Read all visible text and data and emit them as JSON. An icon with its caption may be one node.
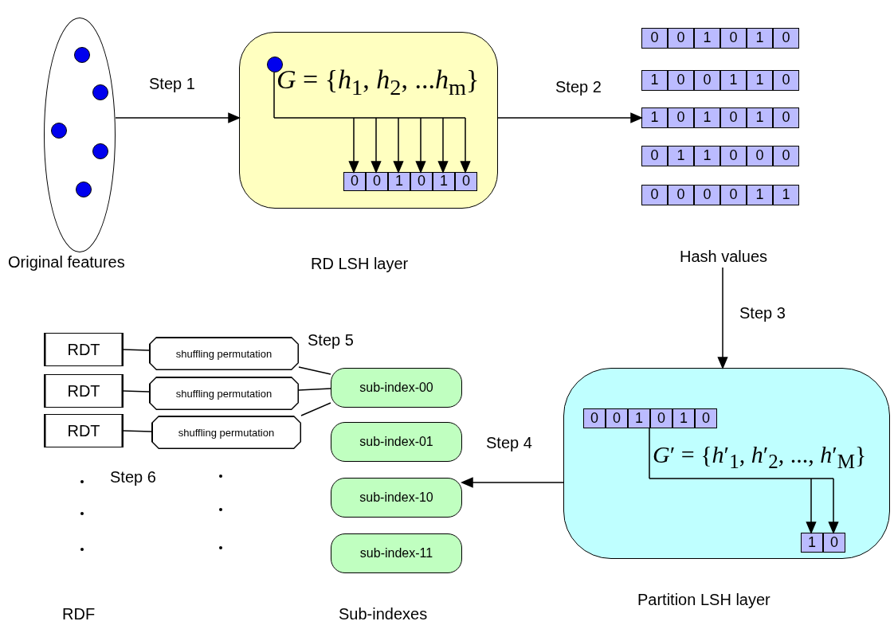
{
  "diagram": {
    "nodes": [
      {
        "text": [],
        "shape": "ellipse",
        "beside": [
          "Original features"
        ]
      },
      {
        "text": [
          "*G* = {*h*$_{1}$, *h*$_{2}$, ...*h*$_{m}$}"
        ],
        "beside": [
          "RD LSH layer"
        ]
      },
      {
        "text": [],
        "shape": "circle",
        "in": 1
      },
      {
        "text": [
          "0",
          "0",
          "1",
          "0",
          "1",
          "0"
        ],
        "in": 1
      },
      {
        "text": [
          "0",
          "0",
          "1",
          "0",
          "1",
          "0"
        ]
      },
      {
        "text": [
          "1",
          "0",
          "0",
          "1",
          "1",
          "0"
        ]
      },
      {
        "text": [
          "1",
          "0",
          "1",
          "0",
          "1",
          "0"
        ]
      },
      {
        "text": [
          "0",
          "1",
          "1",
          "0",
          "0",
          "0"
        ]
      },
      {
        "text": [
          "0",
          "0",
          "0",
          "0",
          "1",
          "1"
        ]
      },
      {
        "text": [
          "Hash values"
        ]
      },
      {
        "text": [
          "RDT"
        ]
      },
      {
        "text": [
          "shuffling permutation"
        ]
      },
      {
        "text": [
          "RDT"
        ]
      },
      {
        "text": [
          "shuffling permutation"
        ]
      },
      {
        "text": [
          "RDT"
        ]
      },
      {
        "text": [
          "shuffling permutation"
        ]
      },
      {
        "text": [
          "sub-index-00"
        ]
      },
      {
        "text": [
          "sub-index-01"
        ]
      },
      {
        "text": [
          "sub-index-10"
        ]
      },
      {
        "text": [
          "sub-index-11"
        ]
      },
      {
        "text": [
          "*G*′ = {*h*′$_{1}$, *h*′$_{2}$, ..., *h*′$_{M}$}"
        ],
        "beside": [
          "Partition LSH layer"
        ]
      },
      {
        "text": [
          "0",
          "0",
          "1",
          "0",
          "1",
          "0"
        ],
        "in": 20
      },
      {
        "text": [
          "1",
          "0"
        ],
        "in": 20
      }
    ],
    "edges": [
      {
        "from": 0,
        "to": 1,
        "arrow": "to",
        "label": "Step 1"
      },
      {
        "from": 2,
        "to": 3,
        "arrow": "to"
      },
      {
        "from": 1,
        "to": 6,
        "arrow": "to",
        "label": "Step 2"
      },
      {
        "from": 9,
        "to": 20,
        "arrow": "to",
        "label": "Step 3"
      },
      {
        "from": 20,
        "to": 18,
        "arrow": "to",
        "label": "Step 4"
      },
      {
        "from": 21,
        "to": 22,
        "arrow": "to"
      },
      {
        "from": 10,
        "to": 11,
        "arrow": "none"
      },
      {
        "from": 12,
        "to": 13,
        "arrow": "none"
      },
      {
        "from": 14,
        "to": 15,
        "arrow": "none"
      },
      {
        "from": 11,
        "to": 16,
        "arrow": "none"
      },
      {
        "from": 13,
        "to": 16,
        "arrow": "none"
      },
      {
        "from": 15,
        "to": 16,
        "arrow": "none"
      }
    ],
    "labels": [
      "Step 5",
      "Step 6",
      "RDF",
      "Sub-indexes"
    ]
  }
}
